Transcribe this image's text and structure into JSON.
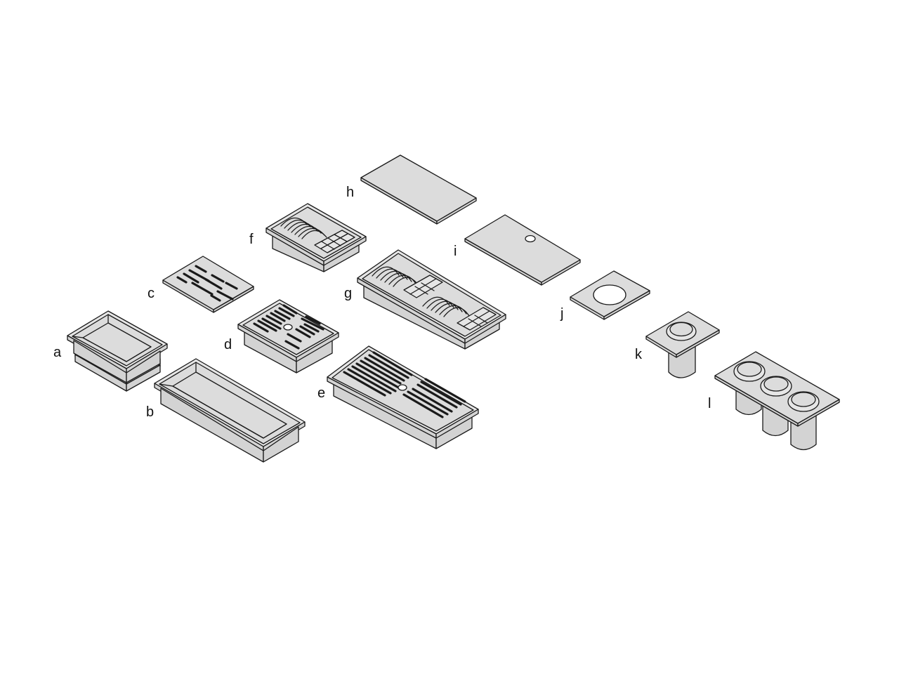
{
  "figure": {
    "background": "#ffffff",
    "stroke_color": "#1a1a1a",
    "fill_color": "#dcdcdc",
    "items": [
      {
        "label": "a",
        "part": "small plain tray"
      },
      {
        "label": "b",
        "part": "long plain tray"
      },
      {
        "label": "c",
        "part": "slotted cover plate"
      },
      {
        "label": "d",
        "part": "small drainer tray with grid"
      },
      {
        "label": "e",
        "part": "long drainer tray with grid"
      },
      {
        "label": "f",
        "part": "small dish rack tray"
      },
      {
        "label": "g",
        "part": "long dish rack tray"
      },
      {
        "label": "h",
        "part": "flat cover plate"
      },
      {
        "label": "i",
        "part": "cover plate with small hole"
      },
      {
        "label": "j",
        "part": "plate with large round opening"
      },
      {
        "label": "k",
        "part": "single cylinder holder"
      },
      {
        "label": "l",
        "part": "triple cylinder holder"
      }
    ]
  }
}
